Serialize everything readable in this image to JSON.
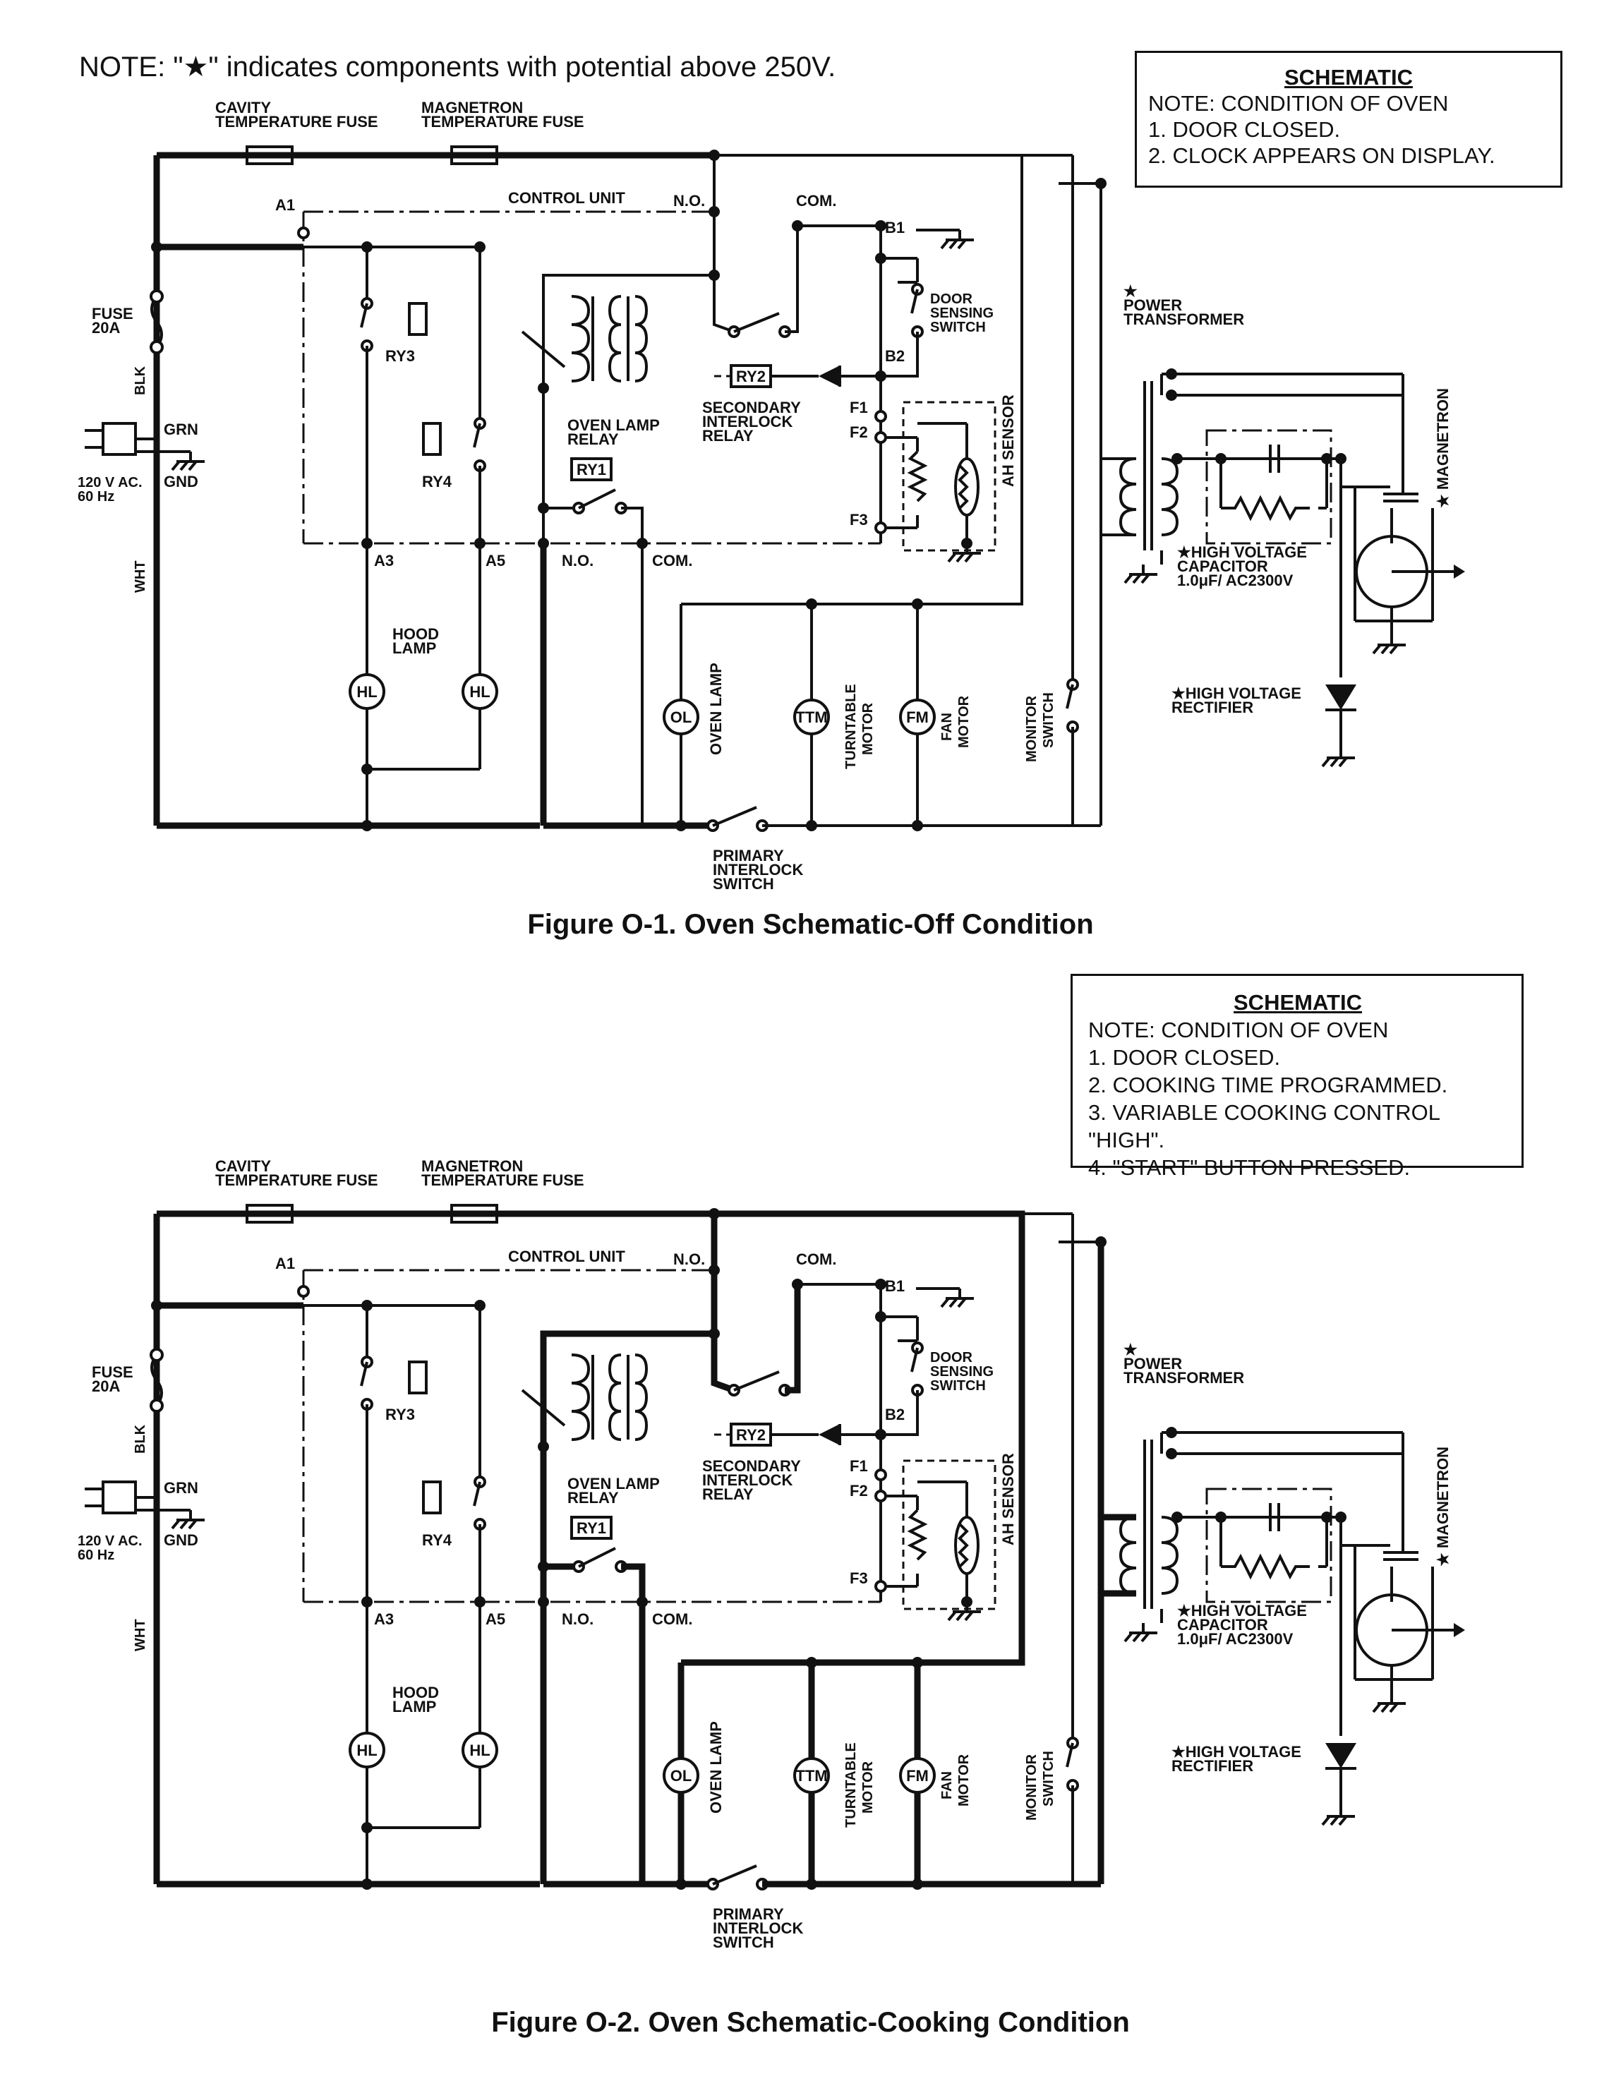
{
  "note_top": "NOTE: \"★\" indicates components with potential above 250V.",
  "labels": {
    "cavity_fuse": [
      "CAVITY",
      "TEMPERATURE FUSE"
    ],
    "magnetron_fuse": [
      "MAGNETRON",
      "TEMPERATURE FUSE"
    ],
    "control_unit": "CONTROL UNIT",
    "no": "N.O.",
    "com": "COM.",
    "a1": "A1",
    "a3": "A3",
    "a5": "A5",
    "b1": "B1",
    "b2": "B2",
    "f1": "F1",
    "f2": "F2",
    "f3": "F3",
    "fuse": [
      "FUSE",
      "20A"
    ],
    "blk": "BLK",
    "grn": "GRN",
    "gnd": "GND",
    "wht": "WHT",
    "supply": [
      "120 V AC.",
      "60 Hz"
    ],
    "ry1": "RY1",
    "ry2": "RY2",
    "ry3": "RY3",
    "ry4": "RY4",
    "door_switch": [
      "DOOR",
      "SENSING",
      "SWITCH"
    ],
    "secondary_relay": [
      "SECONDARY",
      "INTERLOCK",
      "RELAY"
    ],
    "oven_lamp_relay": [
      "OVEN LAMP",
      "RELAY"
    ],
    "ah_sensor": "AH SENSOR",
    "hood_lamp": [
      "HOOD",
      "LAMP"
    ],
    "hl": "HL",
    "ol": "OL",
    "ttm": "TTM",
    "fm": "FM",
    "oven_lamp": "OVEN LAMP",
    "turntable_motor": [
      "TURNTABLE",
      "MOTOR"
    ],
    "fan_motor": [
      "FAN",
      "MOTOR"
    ],
    "monitor_switch": [
      "MONITOR",
      "SWITCH"
    ],
    "primary_switch": [
      "PRIMARY",
      "INTERLOCK",
      "SWITCH"
    ],
    "power_transformer": [
      "★",
      "POWER",
      "TRANSFORMER"
    ],
    "hv_capacitor": [
      "★HIGH VOLTAGE",
      "CAPACITOR",
      "1.0μF/ AC2300V"
    ],
    "hv_rectifier": [
      "★HIGH VOLTAGE",
      "RECTIFIER"
    ],
    "magnetron": "★ MAGNETRON"
  },
  "schematic1": {
    "note_title": "SCHEMATIC",
    "note_lines": [
      "NOTE: CONDITION OF OVEN",
      "1.  DOOR CLOSED.",
      "2.   CLOCK APPEARS ON DISPLAY."
    ],
    "caption": "Figure O-1. Oven Schematic-Off Condition"
  },
  "schematic2": {
    "note_title": "SCHEMATIC",
    "note_lines": [
      "NOTE: CONDITION OF OVEN",
      "1.  DOOR CLOSED.",
      "2.  COOKING TIME PROGRAMMED.",
      "3.  VARIABLE COOKING CONTROL \"HIGH\".",
      "4.  \"START\" BUTTON PRESSED."
    ],
    "caption": "Figure O-2. Oven Schematic-Cooking Condition"
  }
}
